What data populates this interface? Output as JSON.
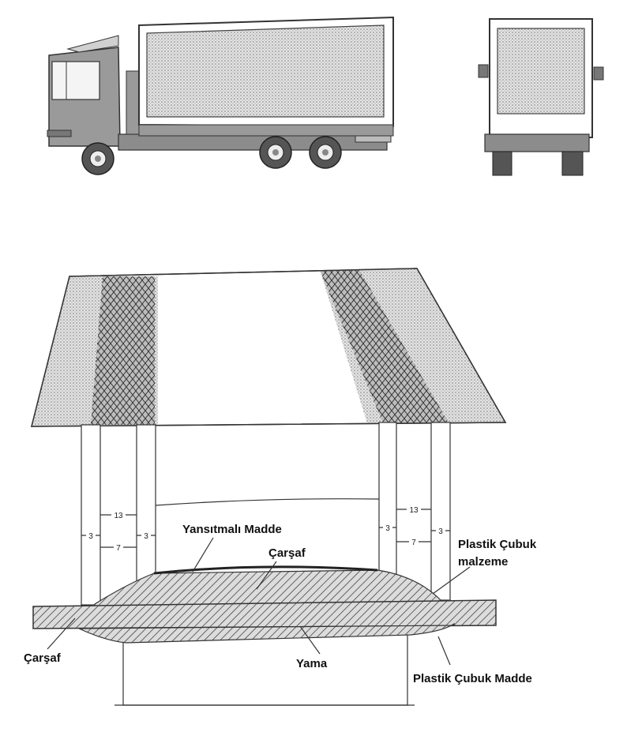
{
  "figure": {
    "labels": {
      "reflective_material": "Yansıtmalı Madde",
      "sheet_top": "Çarşaf",
      "plastic_rod_material_line1": "Plastik Çubuk",
      "plastic_rod_material_line2": "malzeme",
      "sheet_left": "Çarşaf",
      "patch": "Yama",
      "plastic_rod_item": "Plastik Çubuk Madde"
    },
    "dimensions_left": {
      "top": "13",
      "left": "3",
      "middle": "7",
      "right": "3"
    },
    "dimensions_right": {
      "top": "13",
      "left": "3",
      "middle": "7",
      "right": "3"
    },
    "colors": {
      "fill_gray": "#8a8a8a",
      "hatch": "#4a4a4a",
      "line": "#333333"
    }
  }
}
